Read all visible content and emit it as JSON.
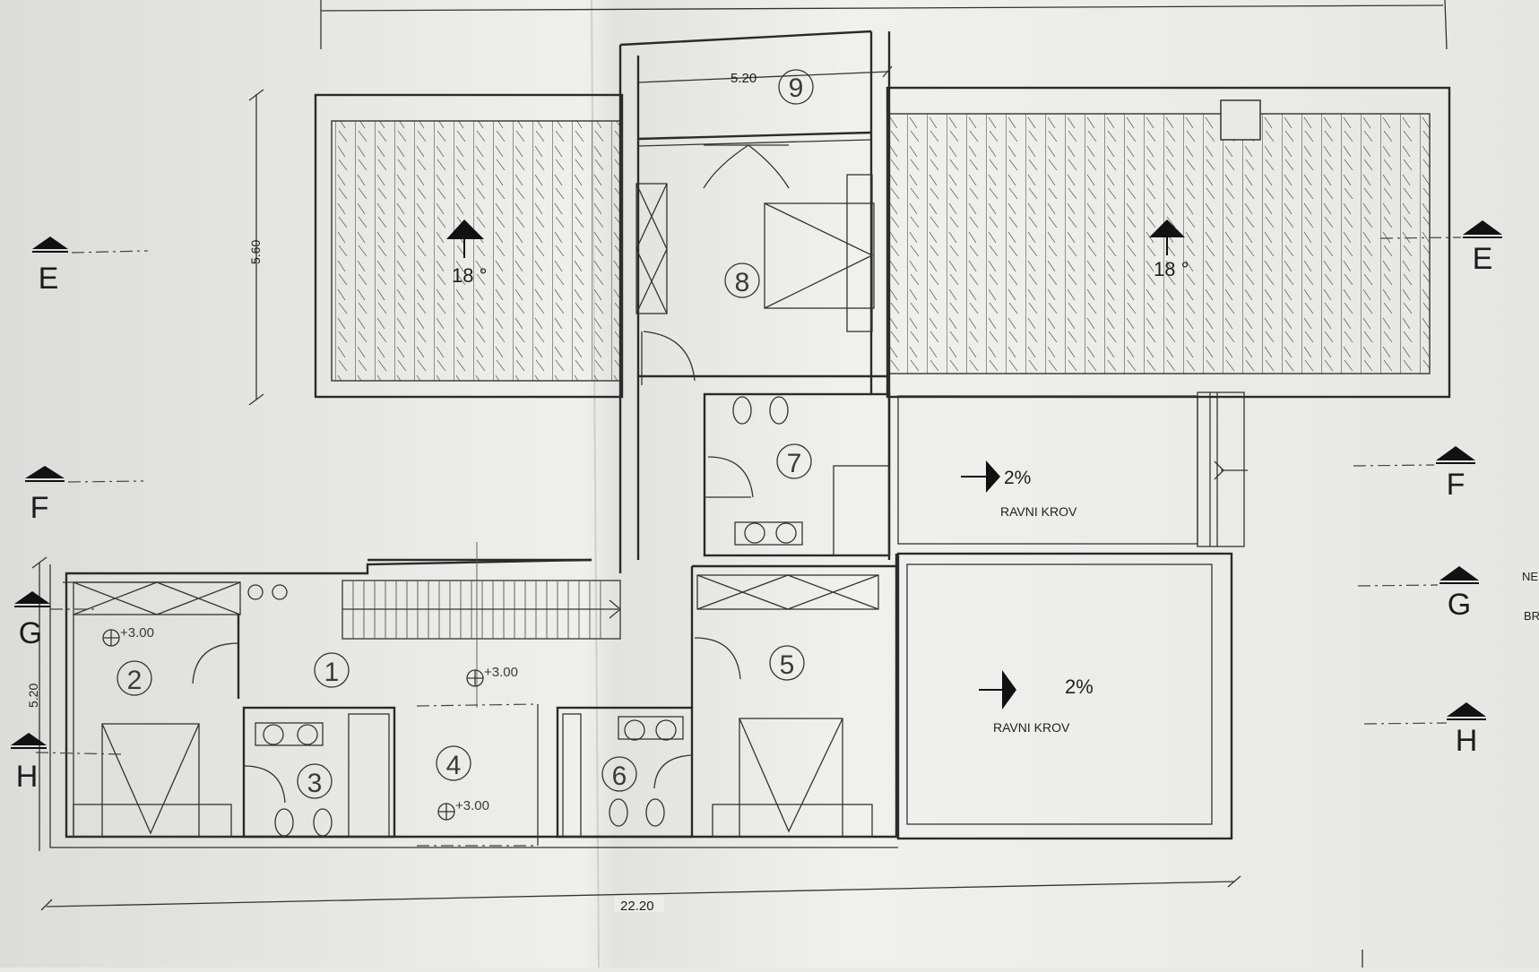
{
  "dimensions": {
    "top": "5.20",
    "side_top": "5.60",
    "side_left": "5.20",
    "bottom": "22.20"
  },
  "rooms": [
    {
      "number": "1"
    },
    {
      "number": "2"
    },
    {
      "number": "3"
    },
    {
      "number": "4"
    },
    {
      "number": "5"
    },
    {
      "number": "6"
    },
    {
      "number": "7"
    },
    {
      "number": "8"
    },
    {
      "number": "9"
    }
  ],
  "roof_pitch": {
    "left": "18 °",
    "right": "18 °"
  },
  "flat_roof": {
    "upper": {
      "slope": "2%",
      "label": "RAVNI KROV"
    },
    "lower": {
      "slope": "2%",
      "label": "RAVNI KROV"
    }
  },
  "levels": {
    "room2": "+3.00",
    "corridor": "+3.00",
    "terrace": "+3.00"
  },
  "section_markers": {
    "left": [
      "E",
      "F",
      "G",
      "H"
    ],
    "right": [
      "E",
      "F",
      "G",
      "H"
    ]
  },
  "margin_text": [
    "NE",
    "BR"
  ]
}
